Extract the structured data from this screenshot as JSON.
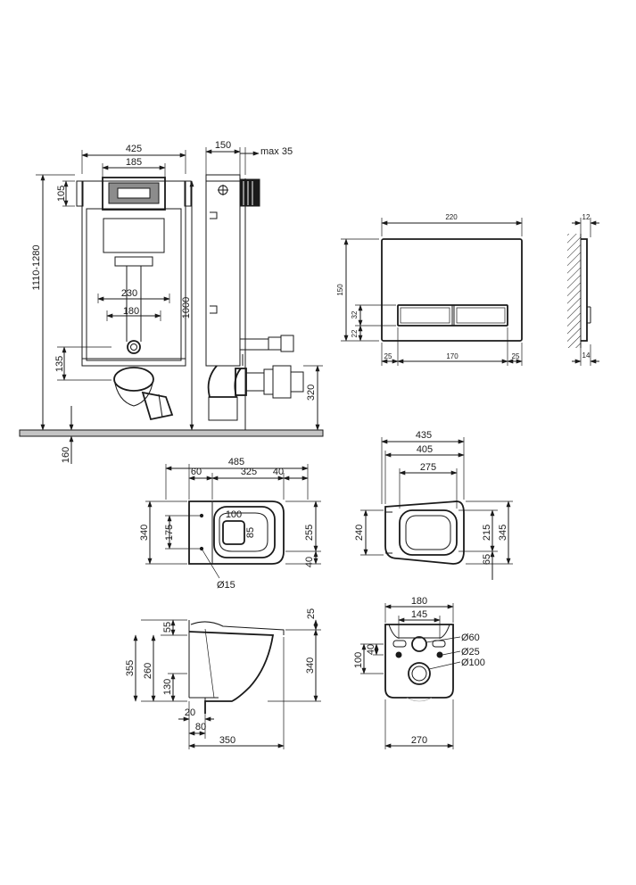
{
  "frame_front": {
    "width": "425",
    "top_width": "185",
    "top_height": "105",
    "total_height": "1110-1280",
    "outlet_spacing": "230",
    "inlet_spacing": "180",
    "height": "1000",
    "drain_height": "135",
    "floor_offset": "160"
  },
  "frame_side": {
    "depth": "150",
    "max_depth": "max 35",
    "outlet_height": "320"
  },
  "flush_plate": {
    "width": "220",
    "height": "150",
    "button_height": "32",
    "bottom_offset": "22",
    "margin_left": "25",
    "button_width": "170",
    "margin_right": "25",
    "thickness_top": "12",
    "thickness_bottom": "14"
  },
  "bowl_top": {
    "total_length": "485",
    "back_offset": "60",
    "fixing_length": "325",
    "front_offset": "40",
    "width": "340",
    "fixing_width": "175",
    "inlet_width": "100",
    "inlet_depth": "85",
    "seat_width": "255",
    "front_margin": "40",
    "hole_diameter": "Ø15"
  },
  "seat_top": {
    "total_length": "435",
    "length": "405",
    "inner_length": "275",
    "width": "240",
    "outer_width": "345",
    "inner_width": "215",
    "front_margin": "65"
  },
  "bowl_side": {
    "gap_top": "25",
    "inlet_height": "55",
    "total_height": "355",
    "fixing_height": "260",
    "outlet_height": "130",
    "height": "340",
    "base_offset": "20",
    "base_width": "80",
    "depth": "350"
  },
  "bowl_back": {
    "width_top": "180",
    "fixing_spacing": "145",
    "inlet_diameter": "Ø60",
    "fixing_diameter": "Ø25",
    "outlet_diameter": "Ø100",
    "fixing_offset": "40",
    "outlet_offset": "100",
    "base_width": "270"
  }
}
